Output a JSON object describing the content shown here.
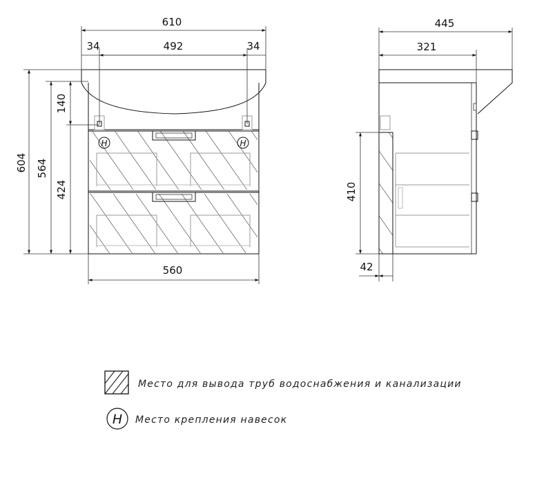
{
  "front_view": {
    "dims": {
      "total_width": "610",
      "left_offset": "34",
      "hole_span": "492",
      "right_offset": "34",
      "total_height": "604",
      "body_height": "564",
      "basin_height": "140",
      "drawers_height": "424",
      "body_width": "560"
    },
    "hole_marker": "H"
  },
  "side_view": {
    "dims": {
      "total_depth": "445",
      "body_depth": "321",
      "zone_height": "410",
      "zone_depth": "42"
    }
  },
  "legend": {
    "items": [
      {
        "symbol": "hatch-box-icon",
        "text": "Место для вывода труб водоснабжения и канализации"
      },
      {
        "symbol": "circle-h-icon",
        "text": "Место крепления навесок",
        "marker": "H"
      }
    ]
  },
  "colors": {
    "line": "#111111",
    "hidden_line": "#999999",
    "background": "#ffffff"
  }
}
